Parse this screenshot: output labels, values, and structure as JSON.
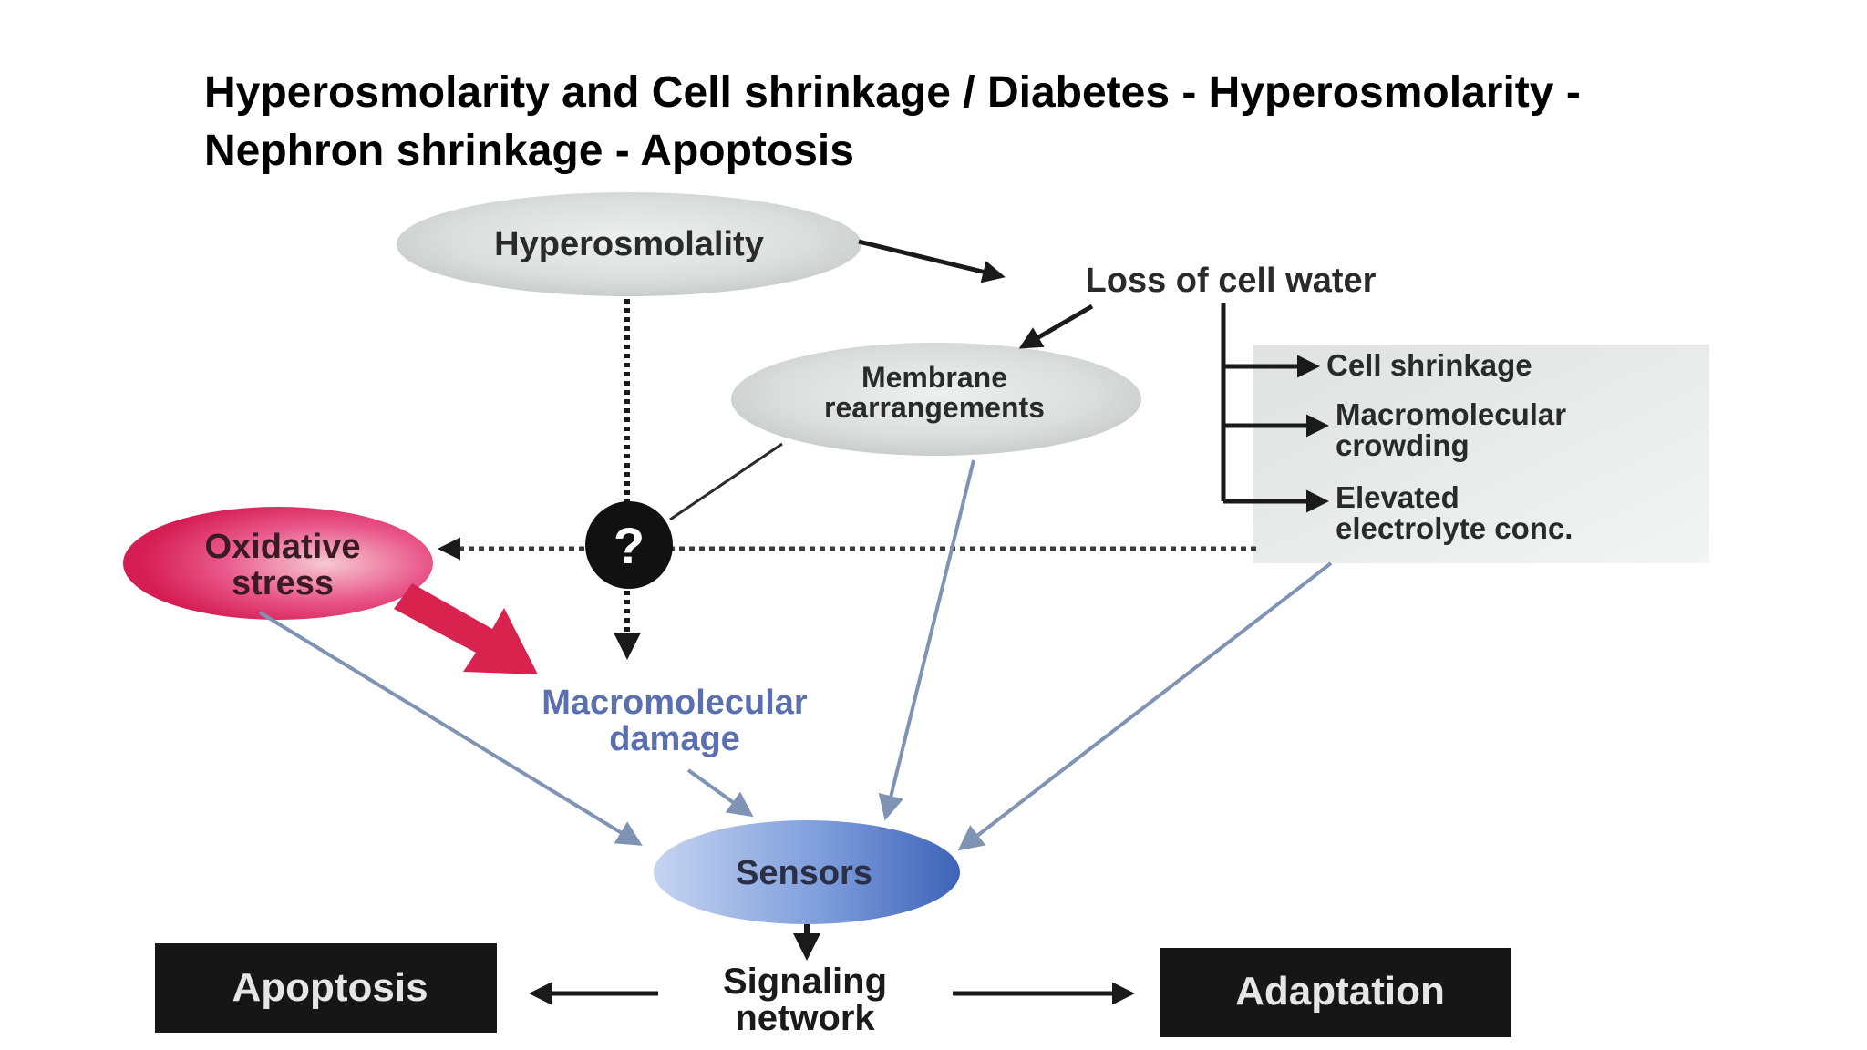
{
  "slide": {
    "title_line1": "Hyperosmolarity and Cell shrinkage / Diabetes - Hyperosmolarity -",
    "title_line2": "Nephron shrinkage - Apoptosis"
  },
  "diagram": {
    "nodes": {
      "hyperosmolality": "Hyperosmolality",
      "loss_of_cell_water": "Loss of cell water",
      "membrane_line1": "Membrane",
      "membrane_line2": "rearrangements",
      "cell_shrinkage": "Cell shrinkage",
      "macromolecular_crowding_line1": "Macromolecular",
      "macromolecular_crowding_line2": "crowding",
      "elevated_line1": "Elevated",
      "elevated_line2": "electrolyte conc.",
      "question": "?",
      "oxidative_line1": "Oxidative",
      "oxidative_line2": "stress",
      "macromolecular_damage_line1": "Macromolecular",
      "macromolecular_damage_line2": "damage",
      "sensors": "Sensors",
      "signaling_line1": "Signaling",
      "signaling_line2": "network",
      "apoptosis": "Apoptosis",
      "adaptation": "Adaptation"
    },
    "colors": {
      "arrow_dark": "#1a1a1a",
      "arrow_blue": "#7f93b5",
      "arrow_pink": "#d8234f",
      "damage_text": "#5a6fb0",
      "sensors_fill": "#4a6fc0",
      "oxidative_fill": "#d8345f",
      "gray_fill": "#d5d9d8",
      "box_dark": "#161616"
    }
  }
}
